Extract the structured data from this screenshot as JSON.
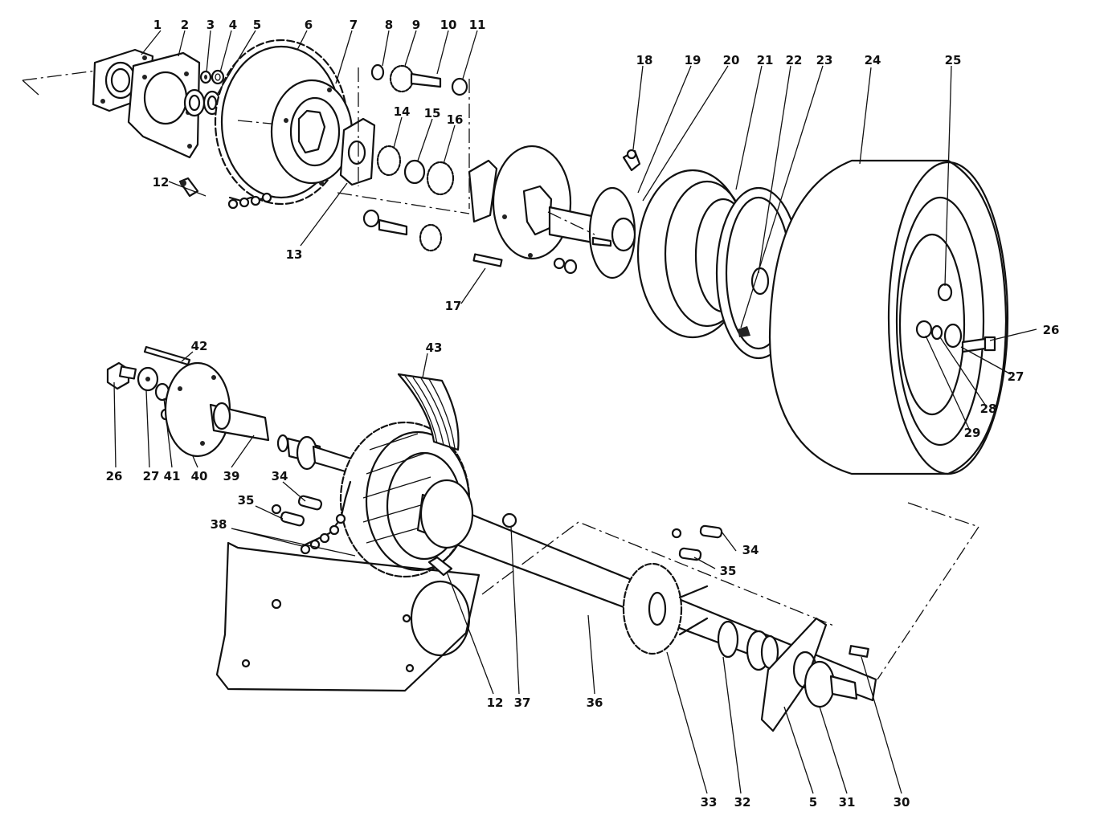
{
  "parts": [
    "1",
    "2",
    "3",
    "4",
    "5",
    "6",
    "7",
    "8",
    "9",
    "10",
    "11",
    "12",
    "13",
    "14",
    "15",
    "16",
    "17",
    "18",
    "19",
    "20",
    "21",
    "22",
    "23",
    "24",
    "25",
    "26",
    "27",
    "28",
    "29",
    "30",
    "31",
    "32",
    "33",
    "34",
    "35",
    "36",
    "37",
    "38",
    "39",
    "40",
    "41",
    "42",
    "43"
  ],
  "callouts": {
    "c1": "1",
    "c2": "2",
    "c3": "3",
    "c4": "4",
    "c5": "5",
    "c6": "6",
    "c7": "7",
    "c8": "8",
    "c9": "9",
    "c10": "10",
    "c11": "11",
    "c12a": "12",
    "c13": "13",
    "c14": "14",
    "c15": "15",
    "c16": "16",
    "c17": "17",
    "c18": "18",
    "c19": "19",
    "c20": "20",
    "c21": "21",
    "c22": "22",
    "c23": "23",
    "c24": "24",
    "c25": "25",
    "c26a": "26",
    "c27a": "27",
    "c28": "28",
    "c29": "29",
    "c26b": "26",
    "c27b": "27",
    "c41": "41",
    "c40": "40",
    "c39": "39",
    "c42": "42",
    "c43": "43",
    "c34a": "34",
    "c35a": "35",
    "c38": "38",
    "c12b": "12",
    "c37": "37",
    "c36": "36",
    "c34b": "34",
    "c35b": "35",
    "c33": "33",
    "c32": "32",
    "c5b": "5",
    "c31": "31",
    "c30": "30"
  }
}
